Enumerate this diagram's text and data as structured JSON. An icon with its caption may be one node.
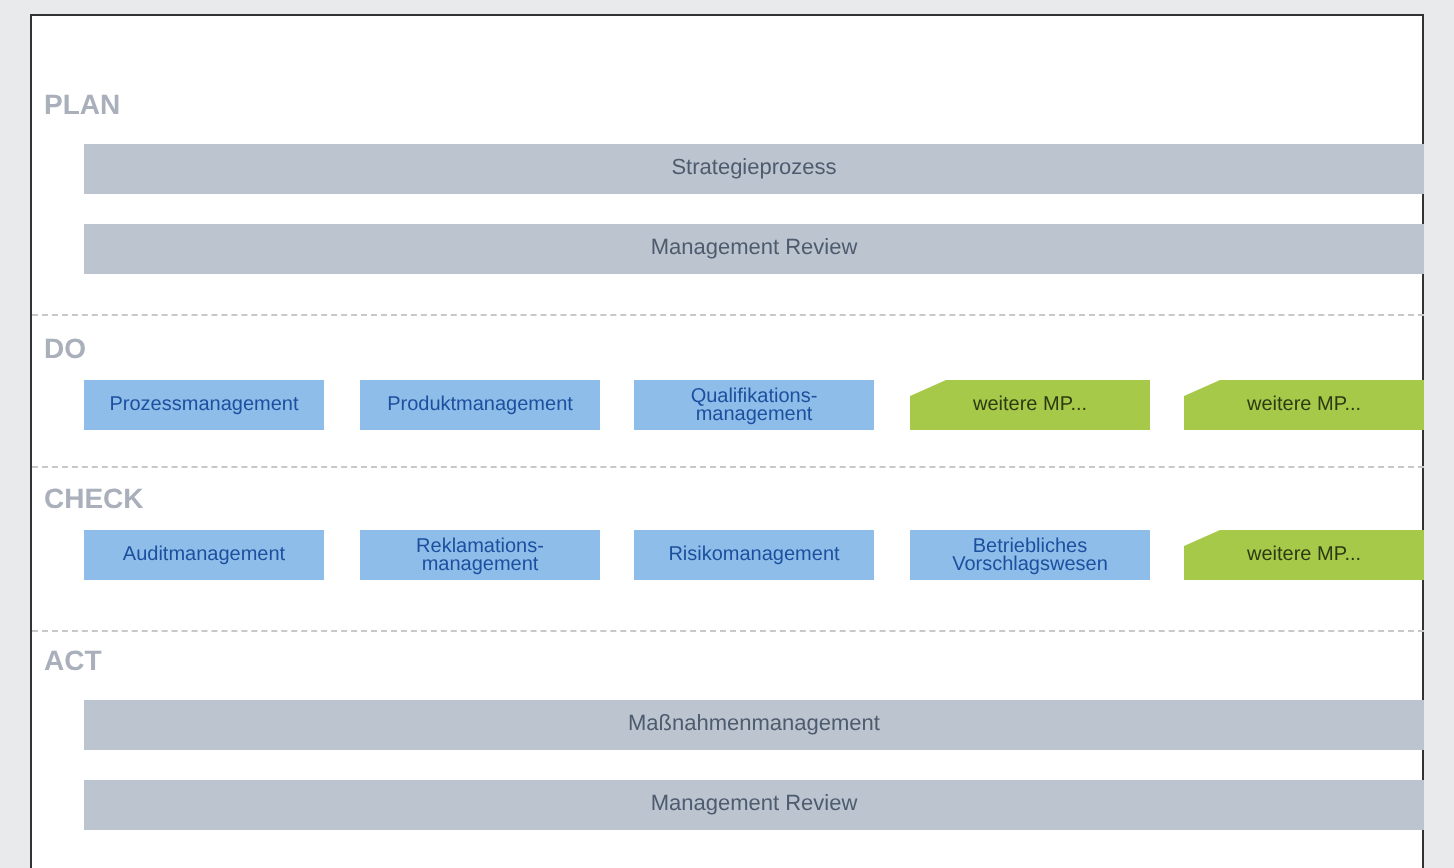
{
  "diagram": {
    "nodes": [
      {
        "text": [
          "Strategieprozess"
        ]
      },
      {
        "text": [
          "Management Review"
        ]
      },
      {
        "text": [
          "Prozessmanagement"
        ]
      },
      {
        "text": [
          "Produktmanagement"
        ]
      },
      {
        "text": [
          "Qualifikations- management"
        ]
      },
      {
        "text": [
          "weitere MP..."
        ]
      },
      {
        "text": [
          "weitere MP..."
        ]
      },
      {
        "text": [
          "Auditmanagement"
        ]
      },
      {
        "text": [
          "Reklamations- management"
        ]
      },
      {
        "text": [
          "Risikomanagement"
        ]
      },
      {
        "text": [
          "Betriebliches Vorschlagswesen"
        ]
      },
      {
        "text": [
          "weitere MP..."
        ]
      },
      {
        "text": [
          "Maßnahmenmanagement"
        ]
      },
      {
        "text": [
          "Management Review"
        ]
      }
    ],
    "labels": [
      "PLAN",
      "DO",
      "CHECK",
      "ACT"
    ]
  }
}
